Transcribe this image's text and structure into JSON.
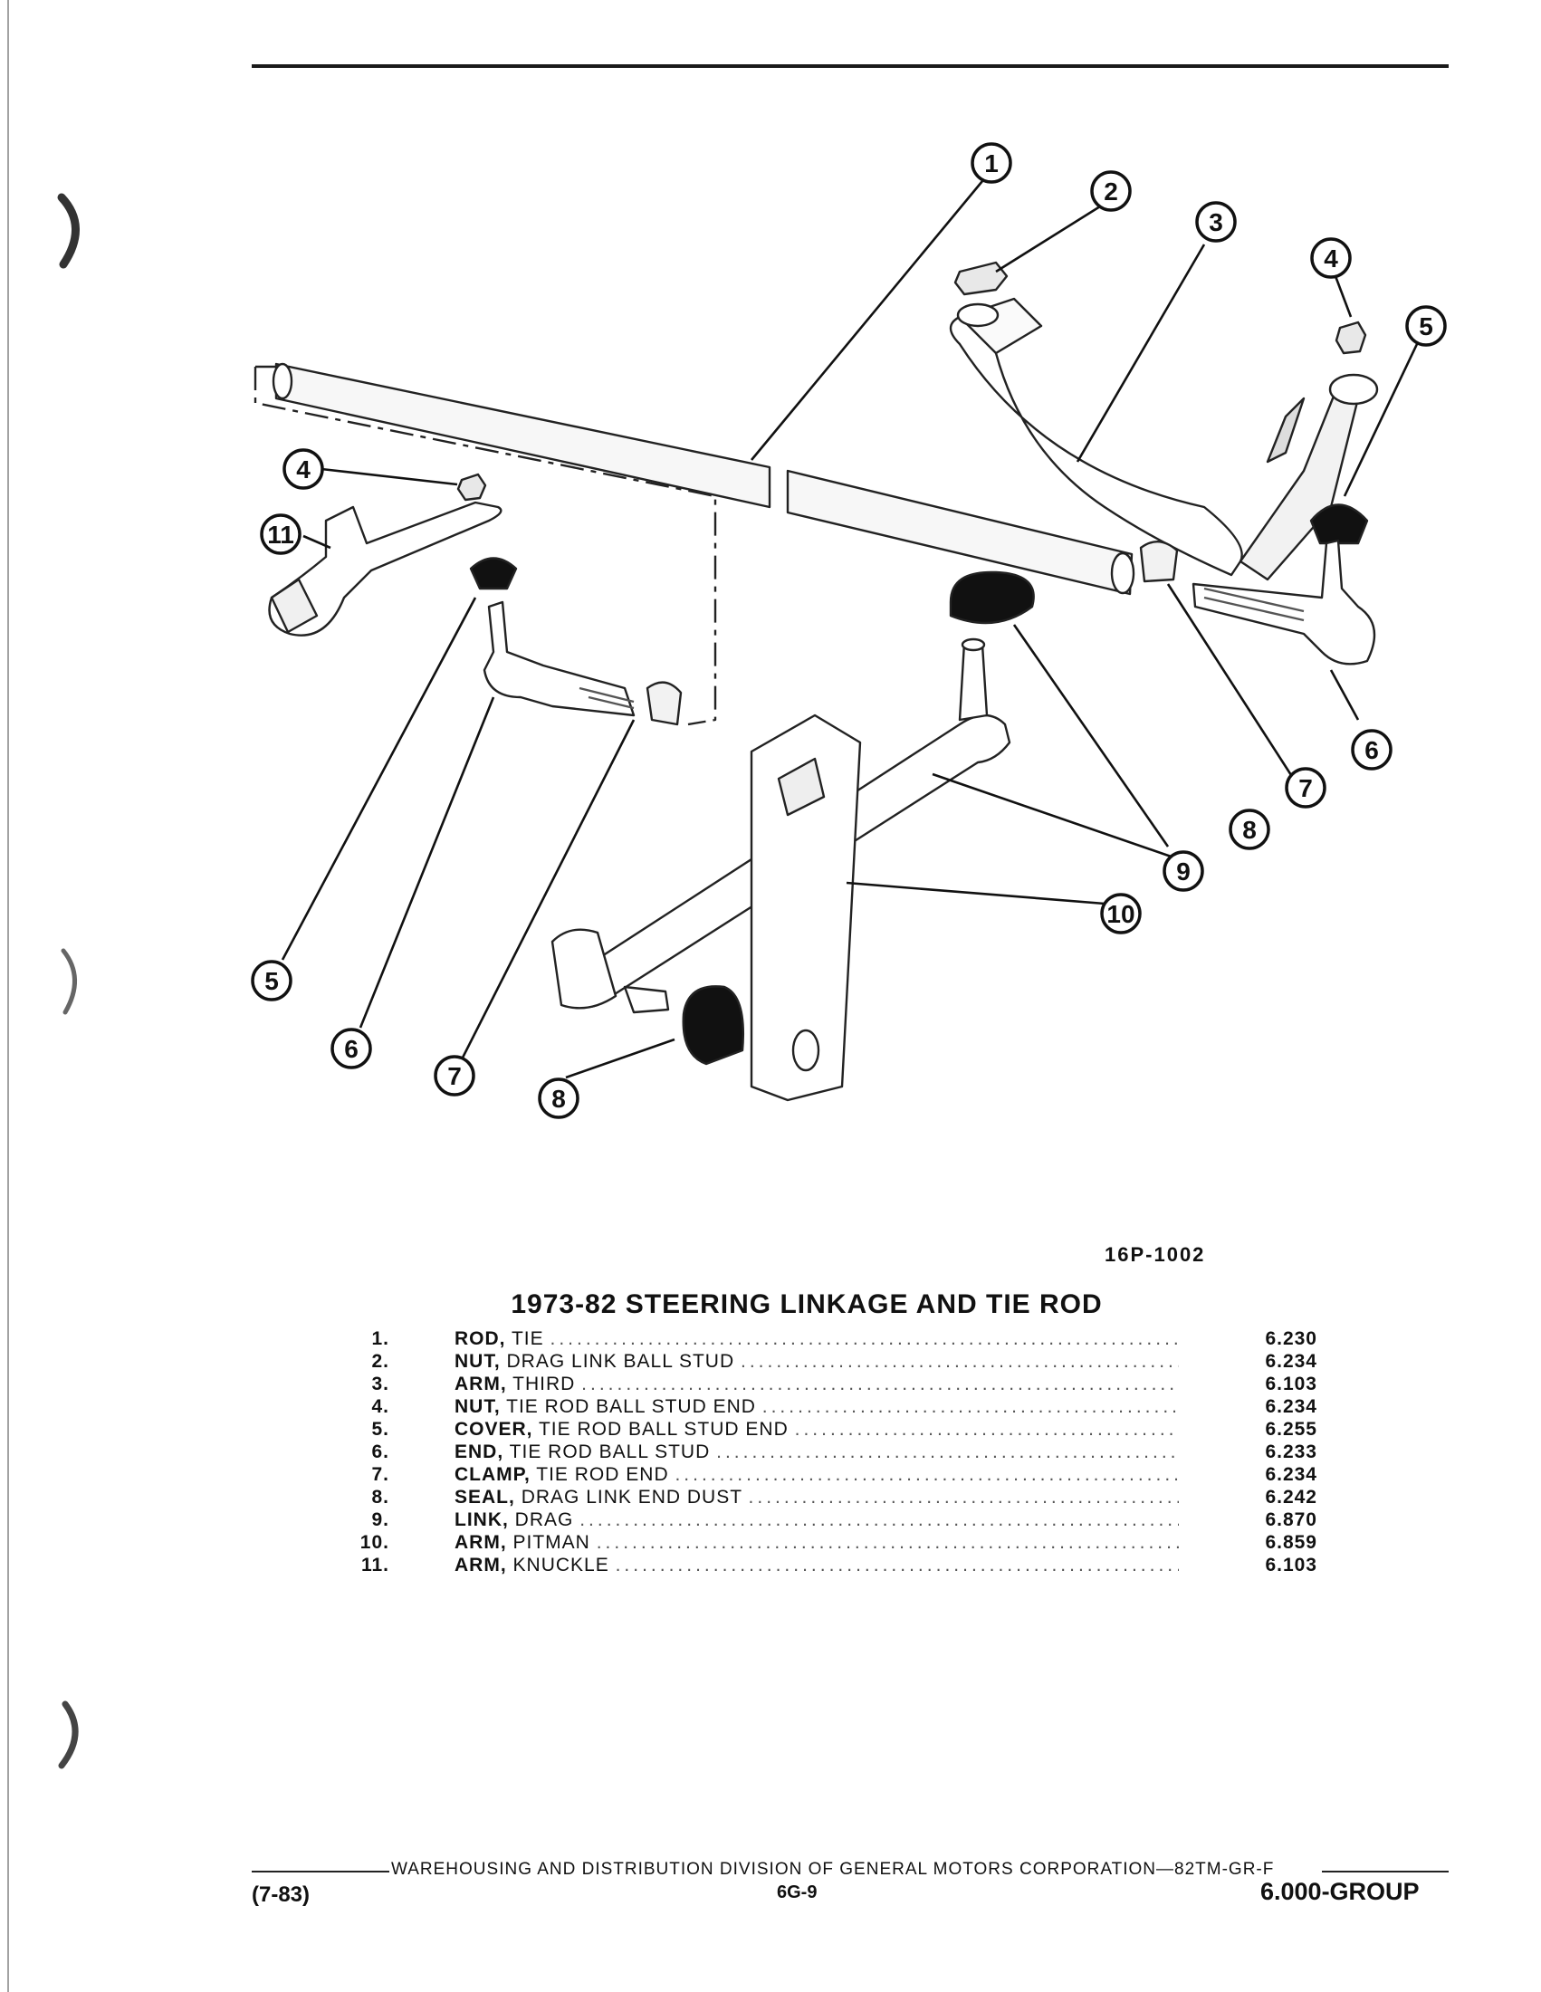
{
  "diagram": {
    "callouts": [
      "1",
      "2",
      "3",
      "4",
      "5",
      "11",
      "4",
      "5",
      "6",
      "7",
      "8",
      "9",
      "10",
      "6",
      "7",
      "8"
    ]
  },
  "figure_id": "16P-1002",
  "title": "1973-82 STEERING LINKAGE AND TIE ROD",
  "parts": [
    {
      "num": "1.",
      "name": "ROD,",
      "desc": "TIE",
      "code": "6.230"
    },
    {
      "num": "2.",
      "name": "NUT,",
      "desc": "DRAG LINK BALL STUD",
      "code": "6.234"
    },
    {
      "num": "3.",
      "name": "ARM,",
      "desc": "THIRD",
      "code": "6.103"
    },
    {
      "num": "4.",
      "name": "NUT,",
      "desc": "TIE ROD BALL STUD END",
      "code": "6.234"
    },
    {
      "num": "5.",
      "name": "COVER,",
      "desc": "TIE ROD BALL STUD END",
      "code": "6.255"
    },
    {
      "num": "6.",
      "name": "END,",
      "desc": "TIE ROD BALL STUD",
      "code": "6.233"
    },
    {
      "num": "7.",
      "name": "CLAMP,",
      "desc": "TIE ROD END",
      "code": "6.234"
    },
    {
      "num": "8.",
      "name": "SEAL,",
      "desc": "DRAG LINK END DUST",
      "code": "6.242"
    },
    {
      "num": "9.",
      "name": "LINK,",
      "desc": "DRAG",
      "code": "6.870"
    },
    {
      "num": "10.",
      "name": "ARM,",
      "desc": "PITMAN",
      "code": "6.859"
    },
    {
      "num": "11.",
      "name": "ARM,",
      "desc": "KNUCKLE",
      "code": "6.103"
    }
  ],
  "footer": {
    "division": "WAREHOUSING AND DISTRIBUTION  DIVISION OF GENERAL MOTORS CORPORATION—82TM-GR-F",
    "date": "(7-83)",
    "page": "6G-9",
    "group": "6.000-GROUP"
  }
}
